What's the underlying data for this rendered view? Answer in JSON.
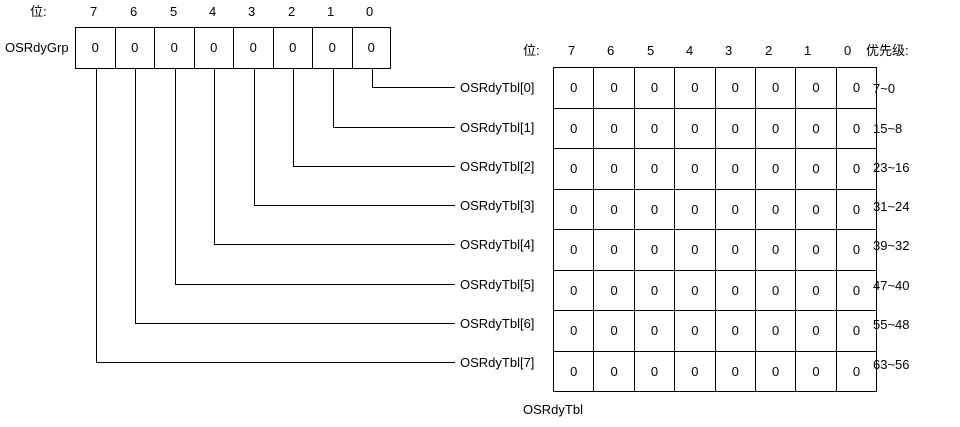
{
  "bit_label": "位:",
  "priority_label": "优先级:",
  "bit_positions": [
    "7",
    "6",
    "5",
    "4",
    "3",
    "2",
    "1",
    "0"
  ],
  "grp": {
    "name": "OSRdyGrp",
    "bits": [
      "0",
      "0",
      "0",
      "0",
      "0",
      "0",
      "0",
      "0"
    ]
  },
  "tbl": {
    "caption": "OSRdyTbl",
    "rows": [
      {
        "name": "OSRdyTbl[0]",
        "priority": "7~0",
        "bits": [
          "0",
          "0",
          "0",
          "0",
          "0",
          "0",
          "0",
          "0"
        ]
      },
      {
        "name": "OSRdyTbl[1]",
        "priority": "15~8",
        "bits": [
          "0",
          "0",
          "0",
          "0",
          "0",
          "0",
          "0",
          "0"
        ]
      },
      {
        "name": "OSRdyTbl[2]",
        "priority": "23~16",
        "bits": [
          "0",
          "0",
          "0",
          "0",
          "0",
          "0",
          "0",
          "0"
        ]
      },
      {
        "name": "OSRdyTbl[3]",
        "priority": "31~24",
        "bits": [
          "0",
          "0",
          "0",
          "0",
          "0",
          "0",
          "0",
          "0"
        ]
      },
      {
        "name": "OSRdyTbl[4]",
        "priority": "39~32",
        "bits": [
          "0",
          "0",
          "0",
          "0",
          "0",
          "0",
          "0",
          "0"
        ]
      },
      {
        "name": "OSRdyTbl[5]",
        "priority": "47~40",
        "bits": [
          "0",
          "0",
          "0",
          "0",
          "0",
          "0",
          "0",
          "0"
        ]
      },
      {
        "name": "OSRdyTbl[6]",
        "priority": "55~48",
        "bits": [
          "0",
          "0",
          "0",
          "0",
          "0",
          "0",
          "0",
          "0"
        ]
      },
      {
        "name": "OSRdyTbl[7]",
        "priority": "63~56",
        "bits": [
          "0",
          "0",
          "0",
          "0",
          "0",
          "0",
          "0",
          "0"
        ]
      }
    ]
  }
}
